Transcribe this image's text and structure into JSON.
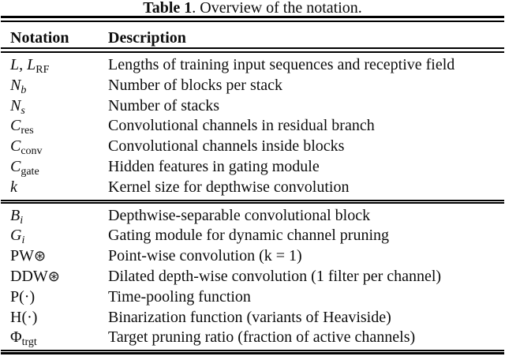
{
  "caption": {
    "label": "Table 1",
    "text": ". Overview of the notation."
  },
  "columns": {
    "notation": "Notation",
    "description": "Description"
  },
  "colors": {
    "text": "#0d0d0d",
    "rule": "#000000",
    "background": "#ffffff"
  },
  "table": {
    "groups": [
      {
        "rows": [
          {
            "notation": [
              {
                "t": "L, ",
                "s": "i"
              },
              {
                "t": "L",
                "s": "i"
              },
              {
                "t": "RF",
                "s": "sub"
              }
            ],
            "description": "Lengths of training input sequences and receptive field"
          },
          {
            "notation": [
              {
                "t": "N",
                "s": "i"
              },
              {
                "t": "b",
                "s": "subi"
              }
            ],
            "description": "Number of blocks per stack"
          },
          {
            "notation": [
              {
                "t": "N",
                "s": "i"
              },
              {
                "t": "s",
                "s": "subi"
              }
            ],
            "description": "Number of stacks"
          },
          {
            "notation": [
              {
                "t": "C",
                "s": "i"
              },
              {
                "t": "res",
                "s": "sub"
              }
            ],
            "description": "Convolutional channels in residual branch"
          },
          {
            "notation": [
              {
                "t": "C",
                "s": "i"
              },
              {
                "t": "conv",
                "s": "sub"
              }
            ],
            "description": "Convolutional channels inside blocks"
          },
          {
            "notation": [
              {
                "t": "C",
                "s": "i"
              },
              {
                "t": "gate",
                "s": "sub"
              }
            ],
            "description": "Hidden features in gating module"
          },
          {
            "notation": [
              {
                "t": "k",
                "s": "i"
              }
            ],
            "description": "Kernel size for depthwise convolution"
          }
        ]
      },
      {
        "rows": [
          {
            "notation": [
              {
                "t": "B",
                "s": "scr"
              },
              {
                "t": "i",
                "s": "subi"
              }
            ],
            "description": "Depthwise-separable convolutional block"
          },
          {
            "notation": [
              {
                "t": "G",
                "s": "scr"
              },
              {
                "t": "i",
                "s": "subi"
              }
            ],
            "description": "Gating module for dynamic channel pruning"
          },
          {
            "notation": [
              {
                "t": "PW",
                "s": "r"
              },
              {
                "t": "⊛",
                "s": "op"
              }
            ],
            "description": "Point-wise convolution (k = 1)"
          },
          {
            "notation": [
              {
                "t": "DDW",
                "s": "r"
              },
              {
                "t": "⊛",
                "s": "op"
              }
            ],
            "description": "Dilated depth-wise convolution (1 filter per channel)"
          },
          {
            "notation": [
              {
                "t": "P(·)",
                "s": "r"
              }
            ],
            "description": "Time-pooling function"
          },
          {
            "notation": [
              {
                "t": "H(·)",
                "s": "r"
              }
            ],
            "description": "Binarization function (variants of Heaviside)"
          },
          {
            "notation": [
              {
                "t": "Φ",
                "s": "r"
              },
              {
                "t": "trgt",
                "s": "sub"
              }
            ],
            "description": "Target pruning ratio (fraction of active channels)"
          }
        ]
      }
    ]
  }
}
